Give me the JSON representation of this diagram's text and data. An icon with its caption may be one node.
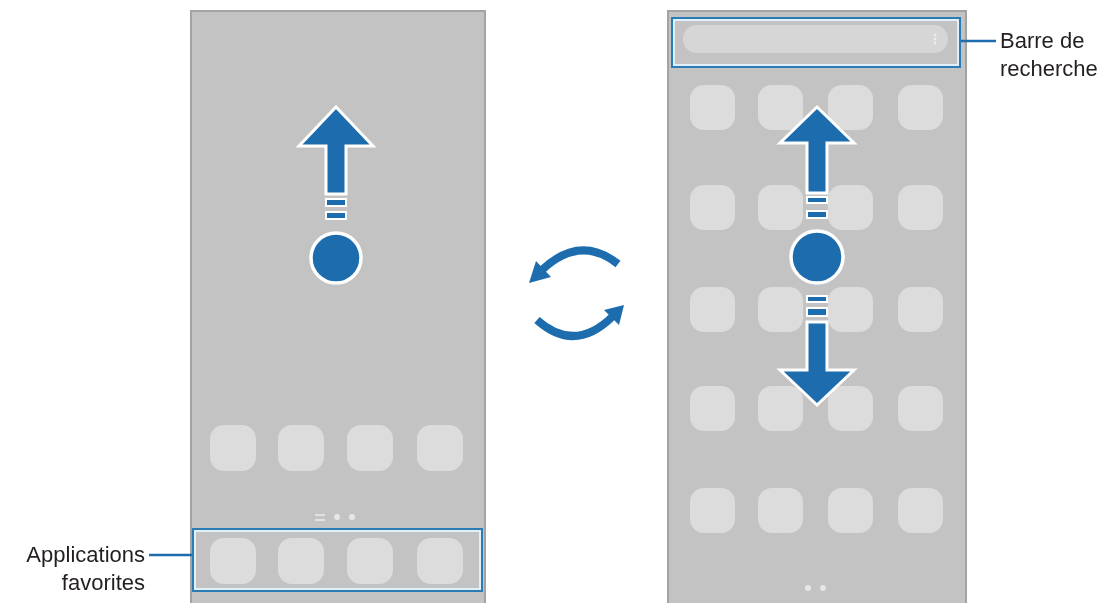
{
  "diagram": {
    "nodes": [
      {
        "text": [
          "Barre de recherche"
        ]
      },
      {
        "text": [],
        "shape": "box"
      },
      {
        "text": [
          "Applications favorites"
        ]
      },
      {
        "text": [],
        "shape": "box"
      }
    ],
    "edges": [
      {
        "from": 0,
        "to": 1,
        "arrow": "none"
      },
      {
        "from": 2,
        "to": 3,
        "arrow": "none"
      }
    ]
  }
}
